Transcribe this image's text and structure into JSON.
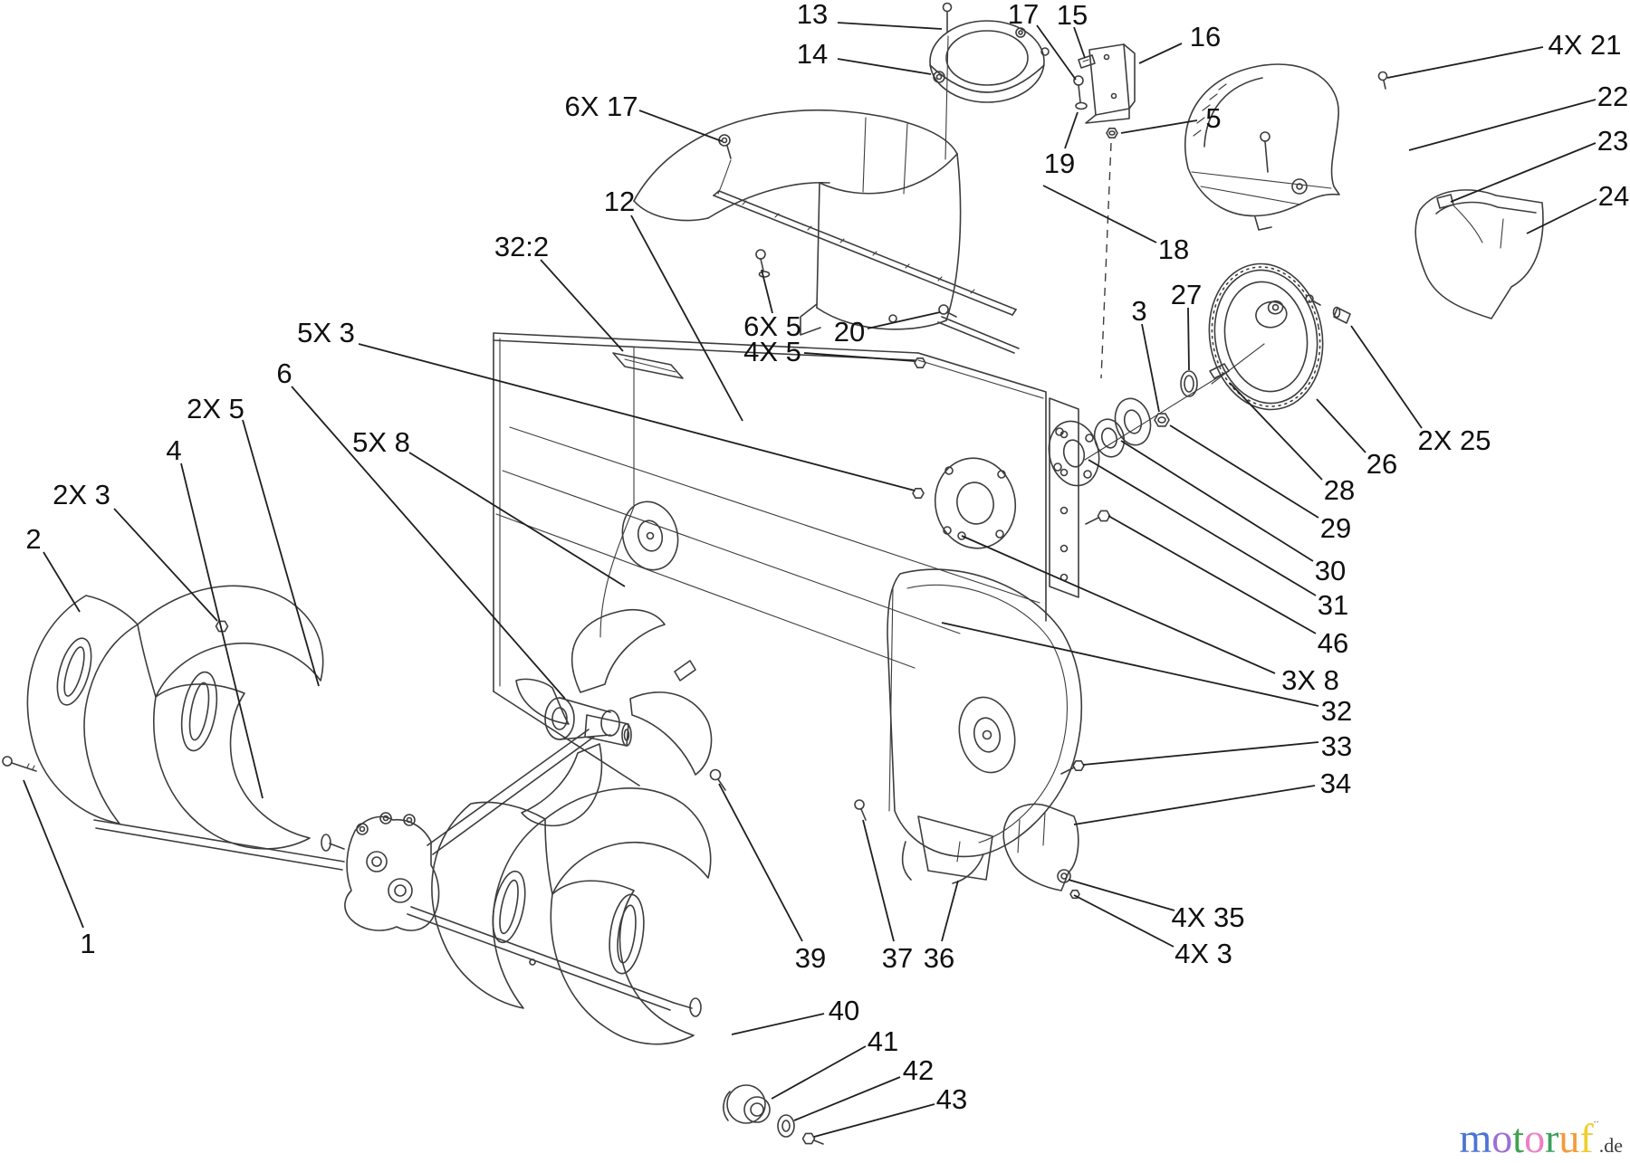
{
  "diagram": {
    "description": "Exploded parts diagram - snowthrower auger housing and rotor assembly",
    "stroke_color": "#3d3d3d",
    "label_color": "#101010",
    "callouts": [
      {
        "text": "13",
        "label": [
          897,
          15
        ],
        "line": [
          925,
          25,
          1040,
          32
        ]
      },
      {
        "text": "14",
        "label": [
          897,
          59
        ],
        "line": [
          925,
          65,
          1028,
          82
        ]
      },
      {
        "text": "17",
        "label": [
          1130,
          15
        ],
        "line": [
          1145,
          28,
          1188,
          88
        ]
      },
      {
        "text": "15",
        "label": [
          1184,
          16
        ],
        "line": [
          1186,
          30,
          1198,
          64
        ]
      },
      {
        "text": "16",
        "label": [
          1331,
          40
        ],
        "line": [
          1305,
          48,
          1258,
          70
        ]
      },
      {
        "text": "5",
        "label": [
          1340,
          130
        ],
        "line": [
          1322,
          133,
          1238,
          147
        ]
      },
      {
        "text": "19",
        "label": [
          1170,
          180
        ],
        "line": [
          1176,
          164,
          1190,
          124
        ]
      },
      {
        "text": "18",
        "label": [
          1296,
          275
        ],
        "line": [
          1277,
          268,
          1152,
          205
        ]
      },
      {
        "text": "4X 21",
        "label": [
          1750,
          49
        ],
        "line": [
          1704,
          52,
          1532,
          86
        ]
      },
      {
        "text": "22",
        "label": [
          1781,
          106
        ],
        "line": [
          1762,
          110,
          1556,
          166
        ]
      },
      {
        "text": "23",
        "label": [
          1781,
          155
        ],
        "line": [
          1762,
          158,
          1602,
          223
        ]
      },
      {
        "text": "24",
        "label": [
          1782,
          216
        ],
        "line": [
          1763,
          220,
          1686,
          258
        ]
      },
      {
        "text": "6X 17",
        "label": [
          664,
          117
        ],
        "line": [
          706,
          122,
          797,
          156
        ]
      },
      {
        "text": "12",
        "label": [
          684,
          222
        ],
        "line": [
          697,
          238,
          820,
          465
        ]
      },
      {
        "text": "32:2",
        "label": [
          576,
          272
        ],
        "line": [
          597,
          287,
          688,
          388
        ]
      },
      {
        "text": "6X 5",
        "label": [
          853,
          360
        ],
        "line": [
          853,
          346,
          841,
          298
        ]
      },
      {
        "text": "4X 5",
        "label": [
          853,
          388
        ],
        "line": [
          888,
          390,
          1010,
          399
        ]
      },
      {
        "text": "20",
        "label": [
          938,
          366
        ],
        "line": [
          958,
          363,
          1038,
          345
        ]
      },
      {
        "text": "3",
        "label": [
          1258,
          343
        ],
        "line": [
          1261,
          358,
          1280,
          455
        ]
      },
      {
        "text": "27",
        "label": [
          1310,
          325
        ],
        "line": [
          1312,
          340,
          1313,
          409
        ]
      },
      {
        "text": "2X 25",
        "label": [
          1606,
          486
        ],
        "line": [
          1570,
          473,
          1492,
          360
        ]
      },
      {
        "text": "26",
        "label": [
          1526,
          512
        ],
        "line": [
          1508,
          500,
          1454,
          441
        ]
      },
      {
        "text": "28",
        "label": [
          1479,
          541
        ],
        "line": [
          1460,
          530,
          1358,
          423
        ]
      },
      {
        "text": "29",
        "label": [
          1475,
          583
        ],
        "line": [
          1456,
          572,
          1292,
          470
        ]
      },
      {
        "text": "30",
        "label": [
          1469,
          630
        ],
        "line": [
          1450,
          620,
          1238,
          487
        ]
      },
      {
        "text": "31",
        "label": [
          1472,
          668
        ],
        "line": [
          1453,
          658,
          1202,
          508
        ]
      },
      {
        "text": "46",
        "label": [
          1472,
          710
        ],
        "line": [
          1453,
          700,
          1224,
          570
        ]
      },
      {
        "text": "3X 8",
        "label": [
          1447,
          751
        ],
        "line": [
          1408,
          744,
          1062,
          592
        ]
      },
      {
        "text": "32",
        "label": [
          1476,
          785
        ],
        "line": [
          1456,
          780,
          1040,
          688
        ]
      },
      {
        "text": "33",
        "label": [
          1476,
          824
        ],
        "line": [
          1456,
          820,
          1196,
          845
        ]
      },
      {
        "text": "34",
        "label": [
          1475,
          865
        ],
        "line": [
          1452,
          868,
          1186,
          911
        ]
      },
      {
        "text": "4X 35",
        "label": [
          1334,
          1013
        ],
        "line": [
          1297,
          1006,
          1180,
          972
        ]
      },
      {
        "text": "4X 3",
        "label": [
          1329,
          1053
        ],
        "line": [
          1296,
          1046,
          1186,
          989
        ]
      },
      {
        "text": "36",
        "label": [
          1037,
          1058
        ],
        "line": [
          1040,
          1040,
          1058,
          973
        ]
      },
      {
        "text": "37",
        "label": [
          991,
          1058
        ],
        "line": [
          987,
          1040,
          953,
          906
        ]
      },
      {
        "text": "39",
        "label": [
          895,
          1058
        ],
        "line": [
          886,
          1040,
          794,
          866
        ]
      },
      {
        "text": "40",
        "label": [
          932,
          1116
        ],
        "line": [
          910,
          1120,
          808,
          1143
        ]
      },
      {
        "text": "41",
        "label": [
          975,
          1150
        ],
        "line": [
          956,
          1156,
          852,
          1214
        ]
      },
      {
        "text": "42",
        "label": [
          1014,
          1182
        ],
        "line": [
          994,
          1190,
          877,
          1238
        ]
      },
      {
        "text": "43",
        "label": [
          1051,
          1214
        ],
        "line": [
          1032,
          1220,
          899,
          1256
        ]
      },
      {
        "text": "1",
        "label": [
          97,
          1042
        ],
        "line": [
          92,
          1025,
          26,
          862
        ]
      },
      {
        "text": "2",
        "label": [
          37,
          595
        ],
        "line": [
          48,
          610,
          88,
          676
        ]
      },
      {
        "text": "2X 3",
        "label": [
          90,
          546
        ],
        "line": [
          126,
          562,
          240,
          686
        ]
      },
      {
        "text": "4",
        "label": [
          192,
          497
        ],
        "line": [
          200,
          512,
          290,
          882
        ]
      },
      {
        "text": "2X 5",
        "label": [
          238,
          451
        ],
        "line": [
          268,
          464,
          352,
          758
        ]
      },
      {
        "text": "6",
        "label": [
          314,
          412
        ],
        "line": [
          322,
          427,
          624,
          772
        ]
      },
      {
        "text": "5X 3",
        "label": [
          360,
          367
        ],
        "line": [
          396,
          380,
          1010,
          542
        ]
      },
      {
        "text": "5X 8",
        "label": [
          421,
          488
        ],
        "line": [
          452,
          500,
          690,
          648
        ]
      }
    ]
  },
  "watermark": {
    "letters": [
      {
        "ch": "m",
        "color": "#4b74d2"
      },
      {
        "ch": "o",
        "color": "#9d6fd6"
      },
      {
        "ch": "t",
        "color": "#3fa34d"
      },
      {
        "ch": "o",
        "color": "#ec7fc4"
      },
      {
        "ch": "r",
        "color": "#3ba05e"
      },
      {
        "ch": "u",
        "color": "#f49b3c"
      },
      {
        "ch": "f",
        "color": "#f0cd30"
      }
    ],
    "fmark": "¨",
    "suffix": ".de"
  }
}
